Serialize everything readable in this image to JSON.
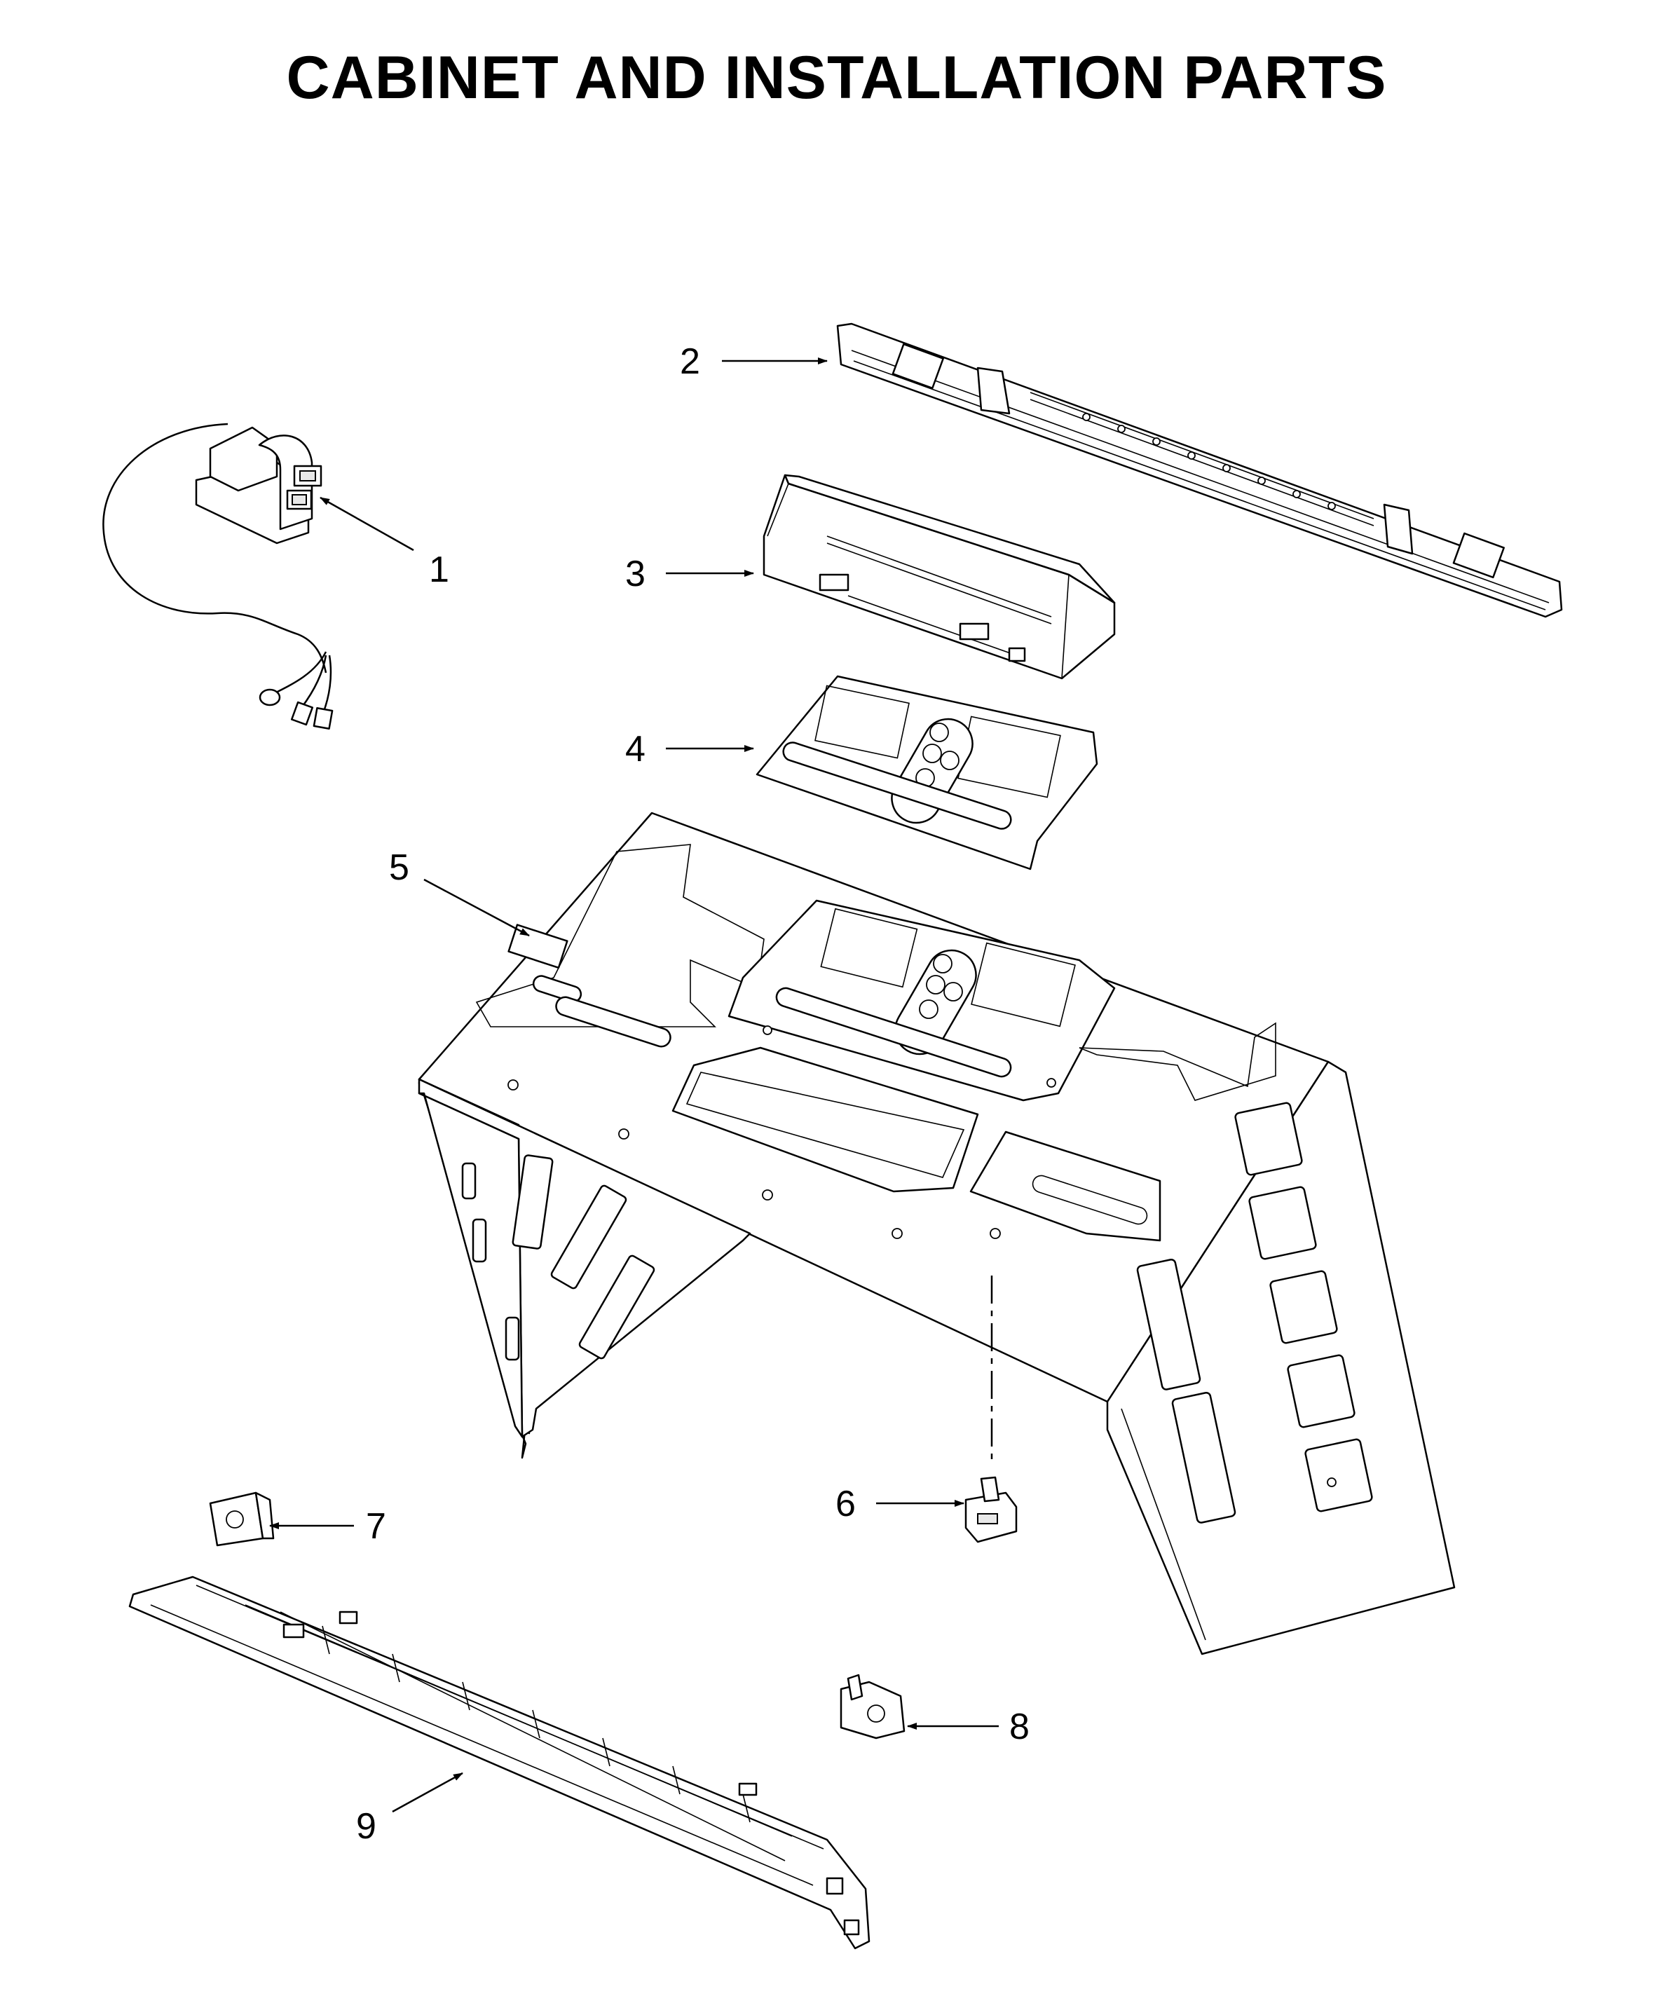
{
  "title": "CABINET AND INSTALLATION PARTS",
  "callouts": {
    "c1": "1",
    "c2": "2",
    "c3": "3",
    "c4": "4",
    "c5": "5",
    "c6": "6",
    "c7": "7",
    "c8": "8",
    "c9": "9"
  },
  "colors": {
    "line": "#000000",
    "background": "#ffffff"
  }
}
